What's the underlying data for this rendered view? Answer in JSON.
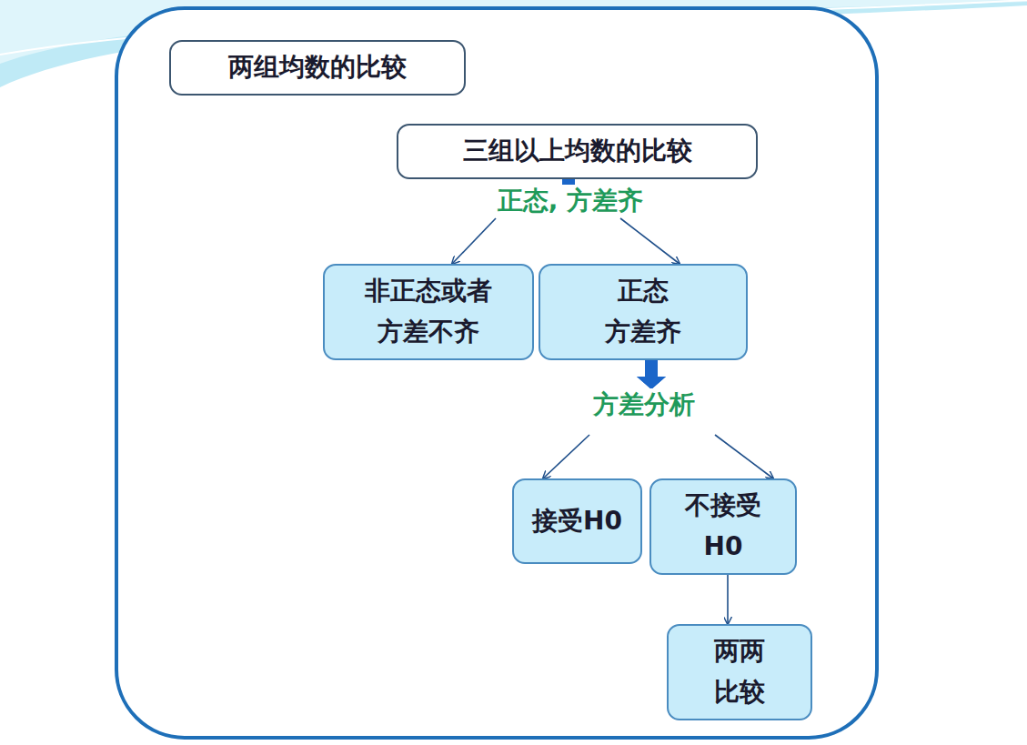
{
  "diagram": {
    "nodes": [
      {
        "text": [
          "两组均数的比较"
        ]
      },
      {
        "text": [
          "三组以上均数的比较"
        ]
      },
      {
        "text": [
          "非正态或者 方差不齐"
        ]
      },
      {
        "text": [
          "正态 方差齐"
        ]
      },
      {
        "text": [
          "接受H0"
        ]
      },
      {
        "text": [
          "不接受 H0"
        ]
      },
      {
        "text": [
          "两两 比较"
        ]
      }
    ],
    "edges": [
      {
        "from": 1,
        "to": 2,
        "arrow": "to"
      },
      {
        "from": 1,
        "to": 3,
        "arrow": "to"
      },
      {
        "from": 3,
        "to": 4,
        "arrow": "to"
      },
      {
        "from": 3,
        "to": 5,
        "arrow": "to"
      },
      {
        "from": 5,
        "to": 6,
        "arrow": "to"
      }
    ],
    "labels": [
      "正态, 方差齐",
      "方差分析"
    ]
  }
}
